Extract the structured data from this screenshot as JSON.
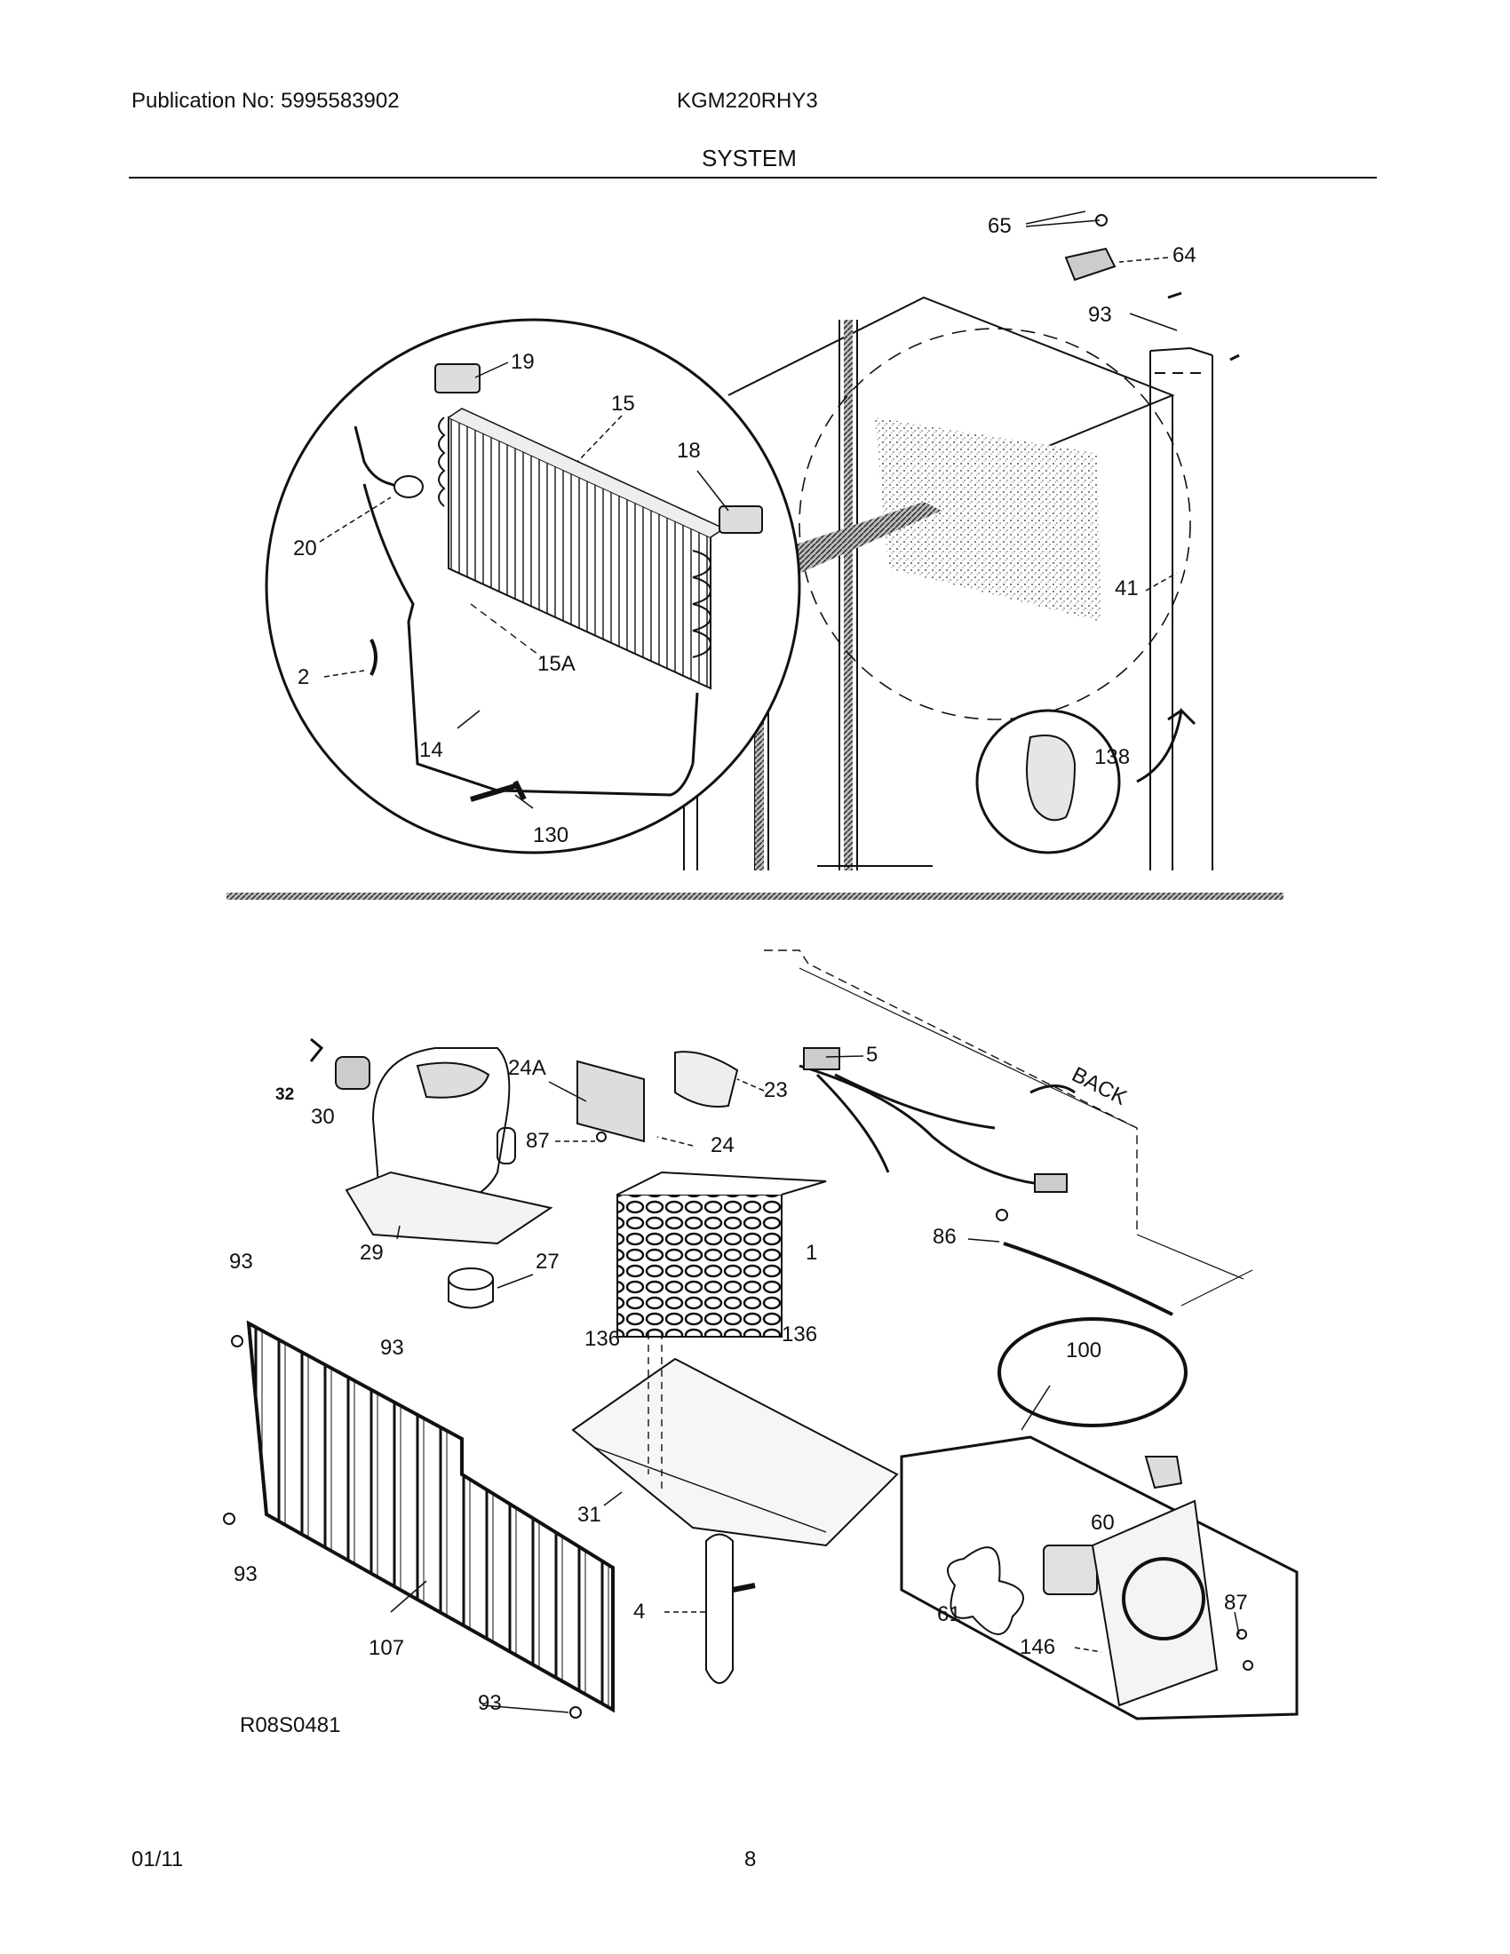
{
  "header": {
    "publication": "Publication No: 5995583902",
    "model": "KGM220RHY3",
    "section": "SYSTEM"
  },
  "diagram": {
    "code": "R08S0481",
    "callouts": [
      {
        "id": "65",
        "text": "65"
      },
      {
        "id": "64",
        "text": "64"
      },
      {
        "id": "93a",
        "text": "93"
      },
      {
        "id": "19",
        "text": "19"
      },
      {
        "id": "15",
        "text": "15"
      },
      {
        "id": "18",
        "text": "18"
      },
      {
        "id": "20",
        "text": "20"
      },
      {
        "id": "41",
        "text": "41"
      },
      {
        "id": "15A",
        "text": "15A"
      },
      {
        "id": "2",
        "text": "2"
      },
      {
        "id": "138",
        "text": "138"
      },
      {
        "id": "14",
        "text": "14"
      },
      {
        "id": "130",
        "text": "130"
      },
      {
        "id": "24A",
        "text": "24A"
      },
      {
        "id": "5",
        "text": "5"
      },
      {
        "id": "23",
        "text": "23"
      },
      {
        "id": "32",
        "text": "32"
      },
      {
        "id": "30",
        "text": "30"
      },
      {
        "id": "87a",
        "text": "87"
      },
      {
        "id": "24",
        "text": "24"
      },
      {
        "id": "back",
        "text": "BACK"
      },
      {
        "id": "86",
        "text": "86"
      },
      {
        "id": "1",
        "text": "1"
      },
      {
        "id": "93b",
        "text": "93"
      },
      {
        "id": "29",
        "text": "29"
      },
      {
        "id": "27",
        "text": "27"
      },
      {
        "id": "93c",
        "text": "93"
      },
      {
        "id": "136a",
        "text": "136"
      },
      {
        "id": "136b",
        "text": "136"
      },
      {
        "id": "100",
        "text": "100"
      },
      {
        "id": "31",
        "text": "31"
      },
      {
        "id": "60",
        "text": "60"
      },
      {
        "id": "93d",
        "text": "93"
      },
      {
        "id": "4",
        "text": "4"
      },
      {
        "id": "61",
        "text": "61"
      },
      {
        "id": "87b",
        "text": "87"
      },
      {
        "id": "107",
        "text": "107"
      },
      {
        "id": "146",
        "text": "146"
      },
      {
        "id": "93e",
        "text": "93"
      }
    ]
  },
  "footer": {
    "date": "01/11",
    "page": "8"
  }
}
